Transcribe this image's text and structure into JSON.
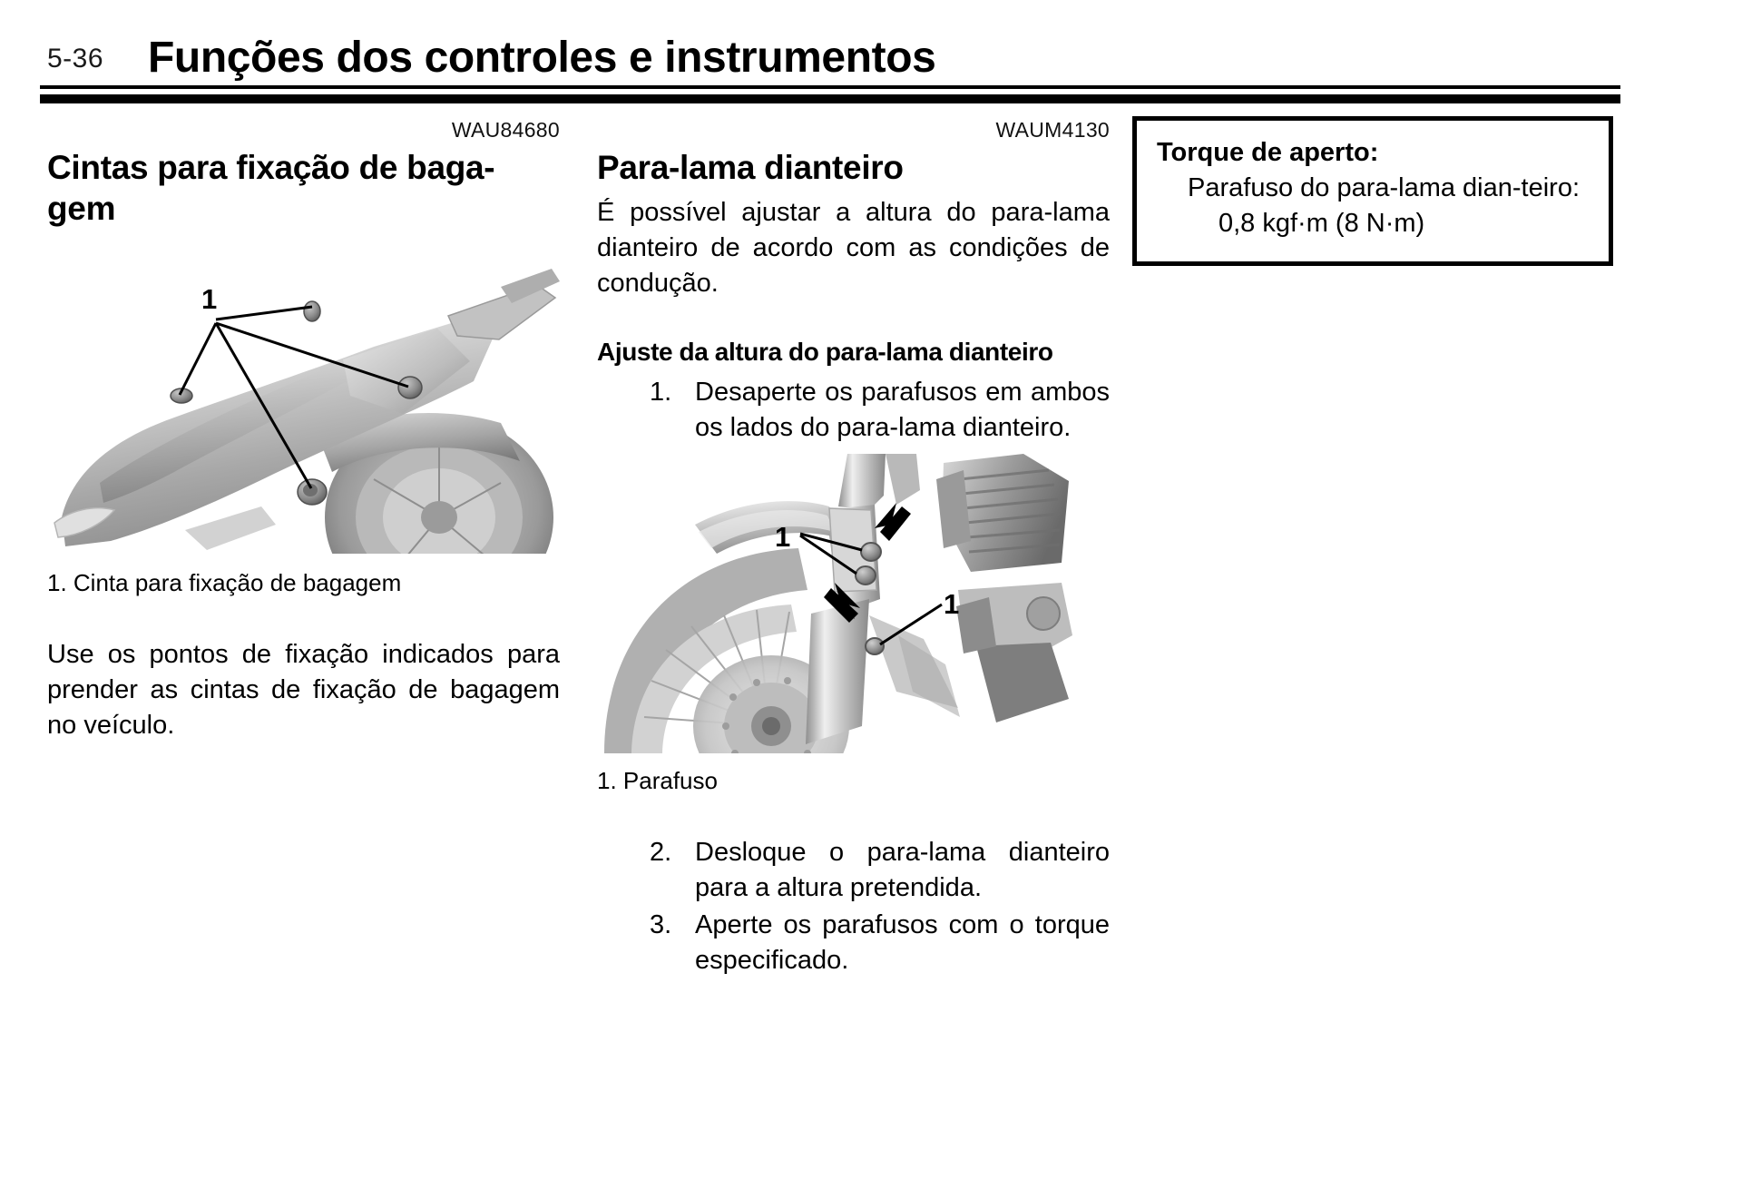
{
  "header": {
    "page_number": "5-36",
    "title": "Funções dos controles e instrumentos"
  },
  "columns": {
    "left": {
      "ref_code": "WAU84680",
      "section_title": "Cintas para fixação de baga-gem",
      "figure": {
        "name": "rear-luggage-strap-points",
        "callout_label": "1"
      },
      "figure_caption": "1. Cinta para fixação de bagagem",
      "body_paragraph": "Use os pontos de fixação indicados para prender as cintas de fixação de bagagem no veículo."
    },
    "middle": {
      "ref_code": "WAUM4130",
      "section_title": "Para-lama dianteiro",
      "intro_paragraph": "É possível ajustar a altura do para-lama dianteiro de acordo com as condições de condução.",
      "sub_title": "Ajuste da altura do para-lama dianteiro",
      "steps_before_figure": [
        {
          "number": "1.",
          "text": "Desaperte os parafusos em ambos os lados do para-lama dianteiro."
        }
      ],
      "figure": {
        "name": "front-fender-bolts",
        "callout_label_upper": "1",
        "callout_label_lower": "1"
      },
      "figure_caption": "1. Parafuso",
      "steps_after_figure": [
        {
          "number": "2.",
          "text": "Desloque o para-lama dianteiro para a altura pretendida."
        },
        {
          "number": "3.",
          "text": "Aperte os parafusos com o torque especificado."
        }
      ]
    },
    "right": {
      "torque_box": {
        "title": "Torque de aperto:",
        "item": "Parafuso do para-lama dian-teiro:",
        "value": "0,8 kgf·m (8 N·m)"
      }
    }
  },
  "colors": {
    "ink": "#000000",
    "page_background": "#ffffff",
    "illustration_mid_gray": "#b4b4b4",
    "illustration_dark_gray": "#6e6e6e",
    "illustration_light_gray": "#e3e3e3"
  }
}
